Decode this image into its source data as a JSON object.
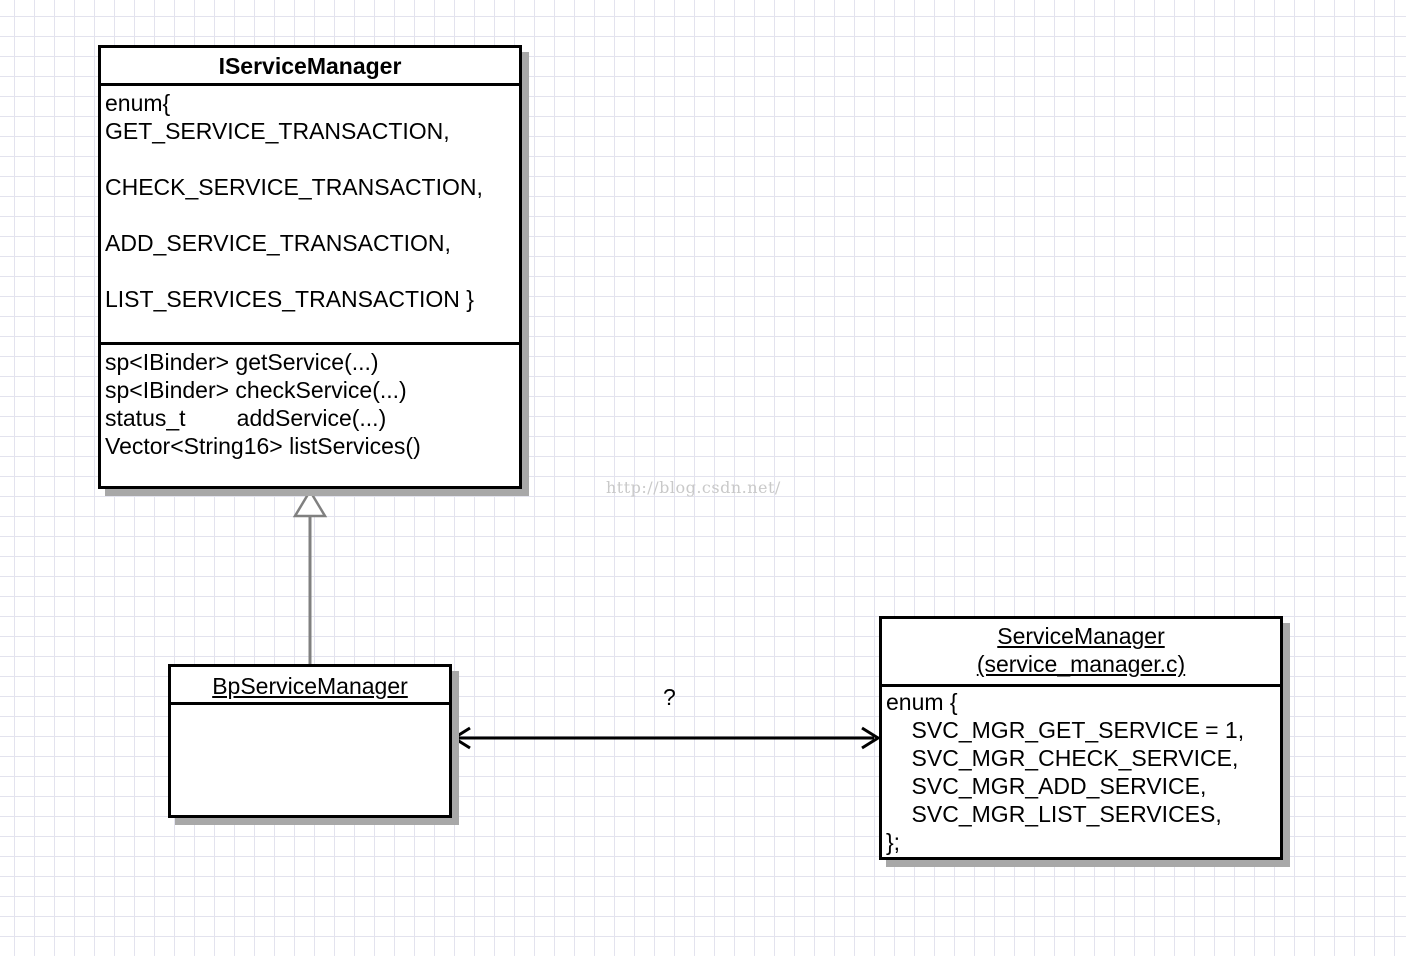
{
  "iservicemanager": {
    "name": "IServiceManager",
    "attributes": [
      "enum{",
      "GET_SERVICE_TRANSACTION,",
      "CHECK_SERVICE_TRANSACTION,",
      "ADD_SERVICE_TRANSACTION,",
      "LIST_SERVICES_TRANSACTION }"
    ],
    "operations": [
      "sp<IBinder> getService(...)",
      "sp<IBinder> checkService(...)",
      "status_t        addService(...)",
      "Vector<String16> listServices()"
    ]
  },
  "bpservicemanager": {
    "name": "BpServiceManager"
  },
  "servicemanager": {
    "name": "ServiceManager",
    "file": "(service_manager.c)",
    "body": [
      "enum {",
      "    SVC_MGR_GET_SERVICE = 1,",
      "    SVC_MGR_CHECK_SERVICE,",
      "    SVC_MGR_ADD_SERVICE,",
      "    SVC_MGR_LIST_SERVICES,",
      "};"
    ]
  },
  "association": {
    "label": "?"
  },
  "watermark": "http://blog.csdn.net/",
  "colors": {
    "grid": "#e3e3ee",
    "border": "#000000",
    "shadow": "#a8a8a8",
    "inheritance_line": "#808080"
  }
}
